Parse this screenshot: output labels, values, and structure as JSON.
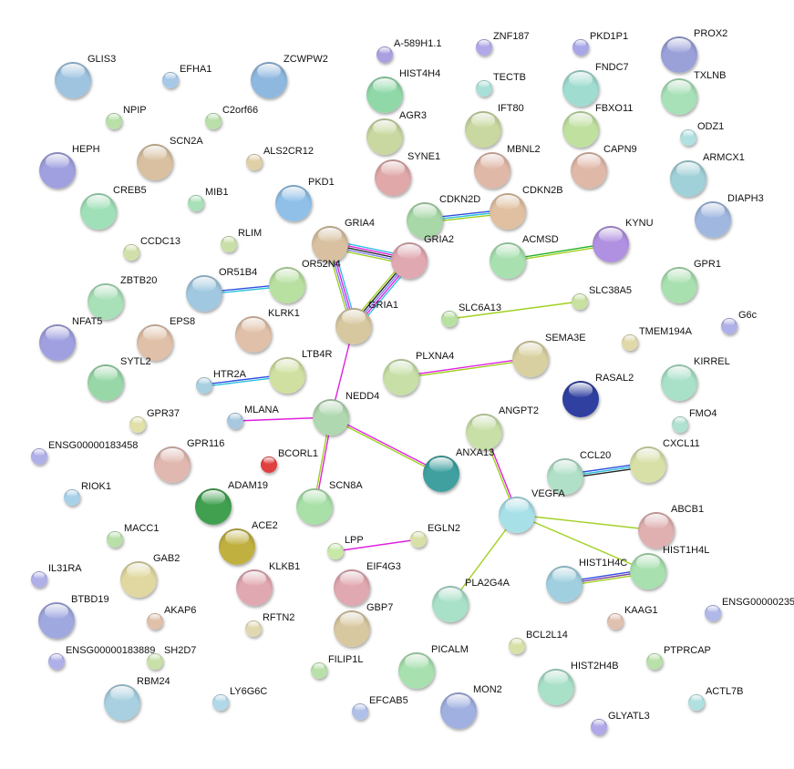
{
  "network": {
    "nodes": [
      {
        "label": "GLIS3",
        "color": "#9ec4e0"
      },
      {
        "label": "EFHA1",
        "color": "#a8c8e8"
      },
      {
        "label": "ZCWPW2",
        "color": "#8fb8e0"
      },
      {
        "label": "A-589H1.1",
        "color": "#a9a0e0"
      },
      {
        "label": "ZNF187",
        "color": "#b0a8e8"
      },
      {
        "label": "PKD1P1",
        "color": "#a8a8e8"
      },
      {
        "label": "PROX2",
        "color": "#9aa0d8"
      },
      {
        "label": "HIST4H4",
        "color": "#90d8a8"
      },
      {
        "label": "TECTB",
        "color": "#a8e0d8"
      },
      {
        "label": "FNDC7",
        "color": "#a0dcd0"
      },
      {
        "label": "TXLNB",
        "color": "#a8e0b8"
      },
      {
        "label": "NPIP",
        "color": "#b8e0a8"
      },
      {
        "label": "C2orf66",
        "color": "#b8e0a8"
      },
      {
        "label": "AGR3",
        "color": "#c8d8a0"
      },
      {
        "label": "IFT80",
        "color": "#c8d8a0"
      },
      {
        "label": "FBXO11",
        "color": "#c0e0a0"
      },
      {
        "label": "ODZ1",
        "color": "#b0e0e0"
      },
      {
        "label": "HEPH",
        "color": "#a0a0e0"
      },
      {
        "label": "SCN2A",
        "color": "#d8c0a0"
      },
      {
        "label": "ALS2CR12",
        "color": "#e0d0a8"
      },
      {
        "label": "SYNE1",
        "color": "#e0a8a8"
      },
      {
        "label": "MBNL2",
        "color": "#e0b8a8"
      },
      {
        "label": "CAPN9",
        "color": "#e0b8a8"
      },
      {
        "label": "ARMCX1",
        "color": "#a0d0d8"
      },
      {
        "label": "CREB5",
        "color": "#a0e0b8"
      },
      {
        "label": "MIB1",
        "color": "#a8e0b8"
      },
      {
        "label": "PKD1",
        "color": "#90c0e8"
      },
      {
        "label": "CDKN2D",
        "color": "#a8d8a8"
      },
      {
        "label": "CDKN2B",
        "color": "#e0c0a0"
      },
      {
        "label": "DIAPH3",
        "color": "#a0b8e0"
      },
      {
        "label": "CCDC13",
        "color": "#d0e0a8"
      },
      {
        "label": "RLIM",
        "color": "#c8e0a8"
      },
      {
        "label": "GRIA4",
        "color": "#d8c0a0"
      },
      {
        "label": "GRIA2",
        "color": "#e0a8b0"
      },
      {
        "label": "ACMSD",
        "color": "#a8e0b0"
      },
      {
        "label": "KYNU",
        "color": "#b090e0"
      },
      {
        "label": "ZBTB20",
        "color": "#a8e0b8"
      },
      {
        "label": "OR51B4",
        "color": "#a0c8e0"
      },
      {
        "label": "OR52N4",
        "color": "#b8e0a0"
      },
      {
        "label": "GPR1",
        "color": "#a8e0b0"
      },
      {
        "label": "SLC38A5",
        "color": "#c8e0a0"
      },
      {
        "label": "NFAT5",
        "color": "#a0a0e0"
      },
      {
        "label": "EPS8",
        "color": "#e0c0a8"
      },
      {
        "label": "KLRK1",
        "color": "#e0c0a8"
      },
      {
        "label": "GRIA1",
        "color": "#d8c8a0"
      },
      {
        "label": "SLC6A13",
        "color": "#b8e0a0"
      },
      {
        "label": "G6c",
        "color": "#b0b0e8"
      },
      {
        "label": "TMEM194A",
        "color": "#e0d8a8"
      },
      {
        "label": "SEMA3E",
        "color": "#d8d0a0"
      },
      {
        "label": "SYTL2",
        "color": "#98d8a8"
      },
      {
        "label": "HTR2A",
        "color": "#a8d0e0"
      },
      {
        "label": "LTB4R",
        "color": "#d0e0a0"
      },
      {
        "label": "PLXNA4",
        "color": "#c8e0a8"
      },
      {
        "label": "RASAL2",
        "color": "#3040a0"
      },
      {
        "label": "KIRREL",
        "color": "#a8e0c8"
      },
      {
        "label": "GPR37",
        "color": "#e0e0a8"
      },
      {
        "label": "MLANA",
        "color": "#a8c8e0"
      },
      {
        "label": "NEDD4",
        "color": "#b0d8b0"
      },
      {
        "label": "ANGPT2",
        "color": "#c8e0a8"
      },
      {
        "label": "FMO4",
        "color": "#b0e0d0"
      },
      {
        "label": "ENSG00000183458",
        "color": "#b0b0e8"
      },
      {
        "label": "GPR116",
        "color": "#e0b8b0"
      },
      {
        "label": "BCORL1",
        "color": "#e04040"
      },
      {
        "label": "ANXA13",
        "color": "#40a0a0"
      },
      {
        "label": "CCL20",
        "color": "#b0e0c8"
      },
      {
        "label": "CXCL11",
        "color": "#d8e0a8"
      },
      {
        "label": "RIOK1",
        "color": "#a8d0e8"
      },
      {
        "label": "ADAM19",
        "color": "#40a050"
      },
      {
        "label": "SCN8A",
        "color": "#a8e0a8"
      },
      {
        "label": "VEGFA",
        "color": "#a8e0e8"
      },
      {
        "label": "ABCB1",
        "color": "#e0b0b0"
      },
      {
        "label": "MACC1",
        "color": "#b8e0a8"
      },
      {
        "label": "ACE2",
        "color": "#c0b040"
      },
      {
        "label": "LPP",
        "color": "#c8e8a8"
      },
      {
        "label": "EGLN2",
        "color": "#d8e0a8"
      },
      {
        "label": "HIST1H4L",
        "color": "#a8e0b0"
      },
      {
        "label": "HIST1H4C",
        "color": "#a0d0e0"
      },
      {
        "label": "IL31RA",
        "color": "#b0b0e8"
      },
      {
        "label": "GAB2",
        "color": "#e0d8a0"
      },
      {
        "label": "KLKB1",
        "color": "#e0a8b0"
      },
      {
        "label": "EIF4G3",
        "color": "#e0a8b0"
      },
      {
        "label": "PLA2G4A",
        "color": "#a8e0c8"
      },
      {
        "label": "BTBD19",
        "color": "#a0a8e0"
      },
      {
        "label": "AKAP6",
        "color": "#e0c0a8"
      },
      {
        "label": "RFTN2",
        "color": "#e0d8b0"
      },
      {
        "label": "GBP7",
        "color": "#d8c8a0"
      },
      {
        "label": "KAAG1",
        "color": "#e0c0b0"
      },
      {
        "label": "ENSG00000235",
        "color": "#b0b8e8"
      },
      {
        "label": "ENSG00000183889",
        "color": "#b0b0e8"
      },
      {
        "label": "SH2D7",
        "color": "#c8e0a8"
      },
      {
        "label": "BCL2L14",
        "color": "#d8e0a8"
      },
      {
        "label": "FILIP1L",
        "color": "#b8e0a8"
      },
      {
        "label": "PICALM",
        "color": "#a8e0b0"
      },
      {
        "label": "PTPRCAP",
        "color": "#b8e0a8"
      },
      {
        "label": "HIST2H4B",
        "color": "#a8e0c8"
      },
      {
        "label": "RBM24",
        "color": "#a8d0e0"
      },
      {
        "label": "LY6G6C",
        "color": "#b0d8e8"
      },
      {
        "label": "EFCAB5",
        "color": "#b0c0e8"
      },
      {
        "label": "MON2",
        "color": "#a0b0e0"
      },
      {
        "label": "ACTL7B",
        "color": "#b0e0e0"
      },
      {
        "label": "GLYATL3",
        "color": "#b0a8e8"
      }
    ],
    "edges": [
      {
        "a": "CDKN2D",
        "b": "CDKN2B",
        "colors": [
          "#3050e0",
          "#30c0e0",
          "#a0d020"
        ]
      },
      {
        "a": "ACMSD",
        "b": "KYNU",
        "colors": [
          "#20b020",
          "#a0d020"
        ]
      },
      {
        "a": "GRIA4",
        "b": "GRIA2",
        "colors": [
          "#30c0e0",
          "#e020e0",
          "#222222",
          "#8080ff",
          "#a0d020"
        ]
      },
      {
        "a": "GRIA4",
        "b": "GRIA1",
        "colors": [
          "#30c0e0",
          "#e020e0",
          "#8080ff",
          "#a0d020"
        ]
      },
      {
        "a": "GRIA2",
        "b": "GRIA1",
        "colors": [
          "#30c0e0",
          "#e020e0",
          "#8080ff",
          "#222222",
          "#a0d020"
        ]
      },
      {
        "a": "OR51B4",
        "b": "OR52N4",
        "colors": [
          "#3050e0",
          "#30c0e0"
        ]
      },
      {
        "a": "SLC6A13",
        "b": "SLC38A5",
        "colors": [
          "#a0d020"
        ]
      },
      {
        "a": "PLXNA4",
        "b": "SEMA3E",
        "colors": [
          "#e020e0",
          "#a0d020"
        ]
      },
      {
        "a": "HTR2A",
        "b": "LTB4R",
        "colors": [
          "#3050e0",
          "#30c0e0"
        ]
      },
      {
        "a": "GRIA1",
        "b": "NEDD4",
        "colors": [
          "#e020e0"
        ]
      },
      {
        "a": "MLANA",
        "b": "NEDD4",
        "colors": [
          "#e020e0"
        ]
      },
      {
        "a": "NEDD4",
        "b": "SCN8A",
        "colors": [
          "#e020e0",
          "#a0d020"
        ]
      },
      {
        "a": "NEDD4",
        "b": "ANXA13",
        "colors": [
          "#e020e0",
          "#a0d020"
        ]
      },
      {
        "a": "ANGPT2",
        "b": "VEGFA",
        "colors": [
          "#e020e0",
          "#a0d020"
        ]
      },
      {
        "a": "CCL20",
        "b": "CXCL11",
        "colors": [
          "#3050e0",
          "#30c0e0",
          "#222222"
        ]
      },
      {
        "a": "VEGFA",
        "b": "ABCB1",
        "colors": [
          "#a0d020"
        ]
      },
      {
        "a": "VEGFA",
        "b": "HIST1H4L",
        "colors": [
          "#a0d020"
        ]
      },
      {
        "a": "VEGFA",
        "b": "PLA2G4A",
        "colors": [
          "#a0d020"
        ]
      },
      {
        "a": "HIST1H4C",
        "b": "HIST1H4L",
        "colors": [
          "#3050e0",
          "#8040a0",
          "#a0d020"
        ]
      },
      {
        "a": "LPP",
        "b": "EGLN2",
        "colors": [
          "#e020e0"
        ]
      }
    ]
  }
}
